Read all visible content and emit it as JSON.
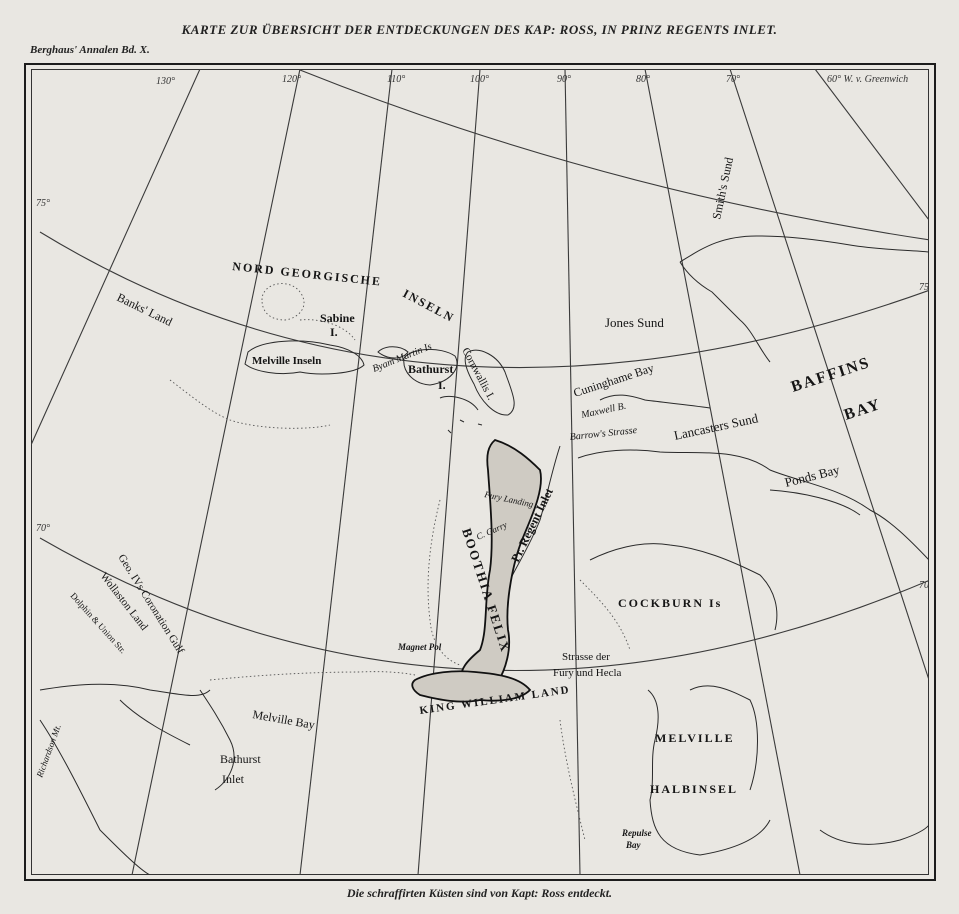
{
  "title": "KARTE ZUR ÜBERSICHT DER ENTDECKUNGEN DES KAP: ROSS, IN PRINZ REGENTS INLET.",
  "publication": "Berghaus' Annalen Bd. X.",
  "footer": "Die schraffirten Küsten sind von Kapt: Ross entdeckt.",
  "longitudes": [
    "130°",
    "120°",
    "110°",
    "100°",
    "90°",
    "80°",
    "70°",
    "60° W. v. Greenwich"
  ],
  "latitudes": [
    "75°",
    "75",
    "70°",
    "70"
  ],
  "labels": {
    "nord_georgische": "NORD GEORGISCHE",
    "inseln": "INSELN",
    "sabine": "Sabine",
    "sabine_i": "I.",
    "melville_inseln": "Melville Inseln",
    "byam_martin": "Byam Martin Is",
    "bathurst": "Bathurst",
    "bathurst_i": "I.",
    "cornwallis": "Cornwallis I.",
    "banks_land": "Banks' Land",
    "smiths_sund": "Smith's Sund",
    "jones_sund": "Jones Sund",
    "cuninghame_bay": "Cuninghame Bay",
    "baffins": "BAFFINS",
    "bay": "BAY",
    "maxwell_b": "Maxwell B.",
    "barrows_strasse": "Barrow's Strasse",
    "lancasters_sund": "Lancasters Sund",
    "ponds_bay": "Ponds Bay",
    "fury_landing": "Fury Landing",
    "c_garry": "C. Garry",
    "pr_regent_inlet": "Pr. Regent Inlet",
    "boothia_felix": "BOOTHIA FELIX",
    "cockburn": "COCKBURN Is",
    "magnet_pol": "Magnet Pol",
    "strasse_der": "Strasse der",
    "fury_und_hecla": "Fury und Hecla",
    "king_william_land": "KING WILLIAM LAND",
    "melville_hb1": "MELVILLE",
    "melville_hb2": "HALBINSEL",
    "repulse": "Repulse",
    "repulse_bay": "Bay",
    "geo_iv": "Geo. IVs Coronation Gulf",
    "wollaston": "Wollaston Land",
    "dolphin": "Dolphin & Union Str.",
    "melville_bay": "Melville Bay",
    "bathurst_inlet1": "Bathurst",
    "bathurst_inlet2": "Inlet",
    "richardson": "Richardson Mt."
  }
}
